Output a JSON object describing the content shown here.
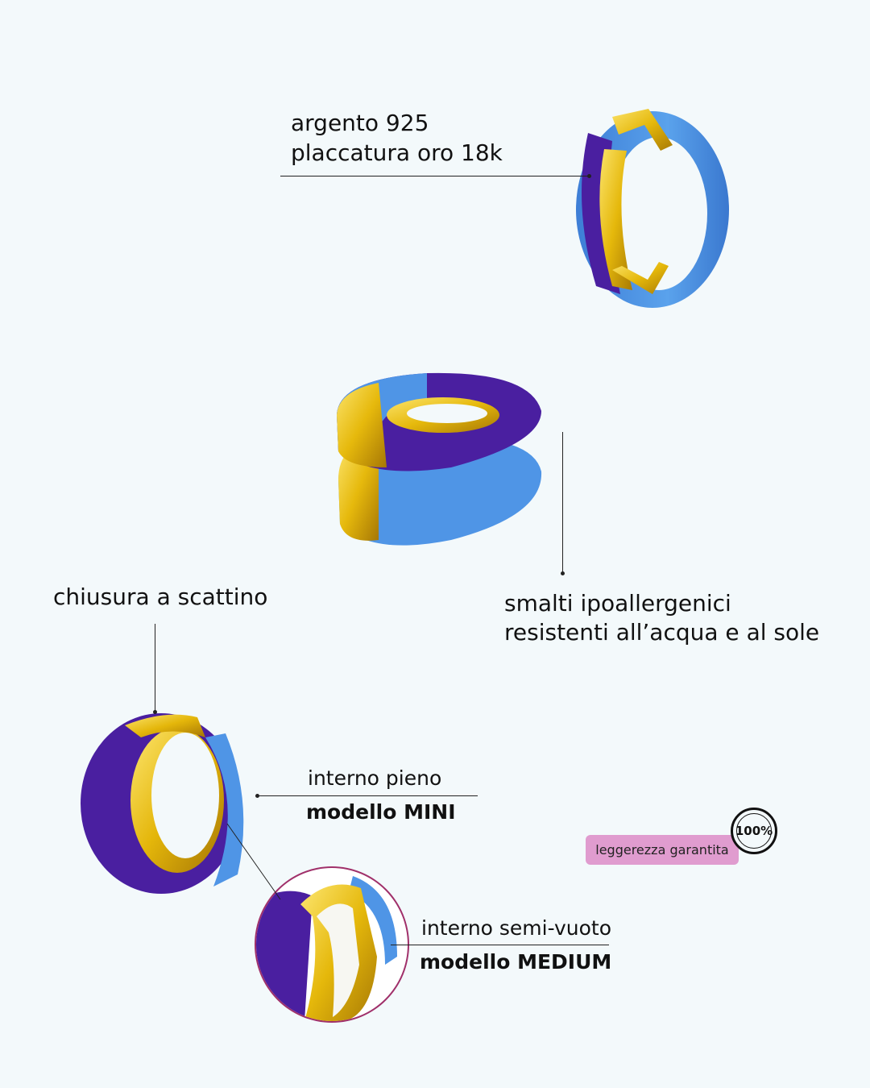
{
  "callouts": {
    "material": {
      "line1": "argento 925",
      "line2": "placcatura oro 18k"
    },
    "enamel": {
      "line1": "smalti ipoallergenici",
      "line2": "resistenti all’acqua e al sole"
    },
    "clasp": {
      "label": "chiusura a scattino"
    },
    "mini": {
      "line1": "interno pieno",
      "line2": "modello MINI"
    },
    "medium": {
      "line1": "interno semi-vuoto",
      "line2": "modello MEDIUM"
    }
  },
  "badge": {
    "percent": "100%",
    "label": "leggerezza garantita"
  },
  "colors": {
    "background": "#f3f9fb",
    "gold": "#e5b80b",
    "light_blue": "#4f95e6",
    "purple": "#4a1fa0",
    "badge_pink": "#e09ccf",
    "zoom_ring": "#a0306a"
  }
}
